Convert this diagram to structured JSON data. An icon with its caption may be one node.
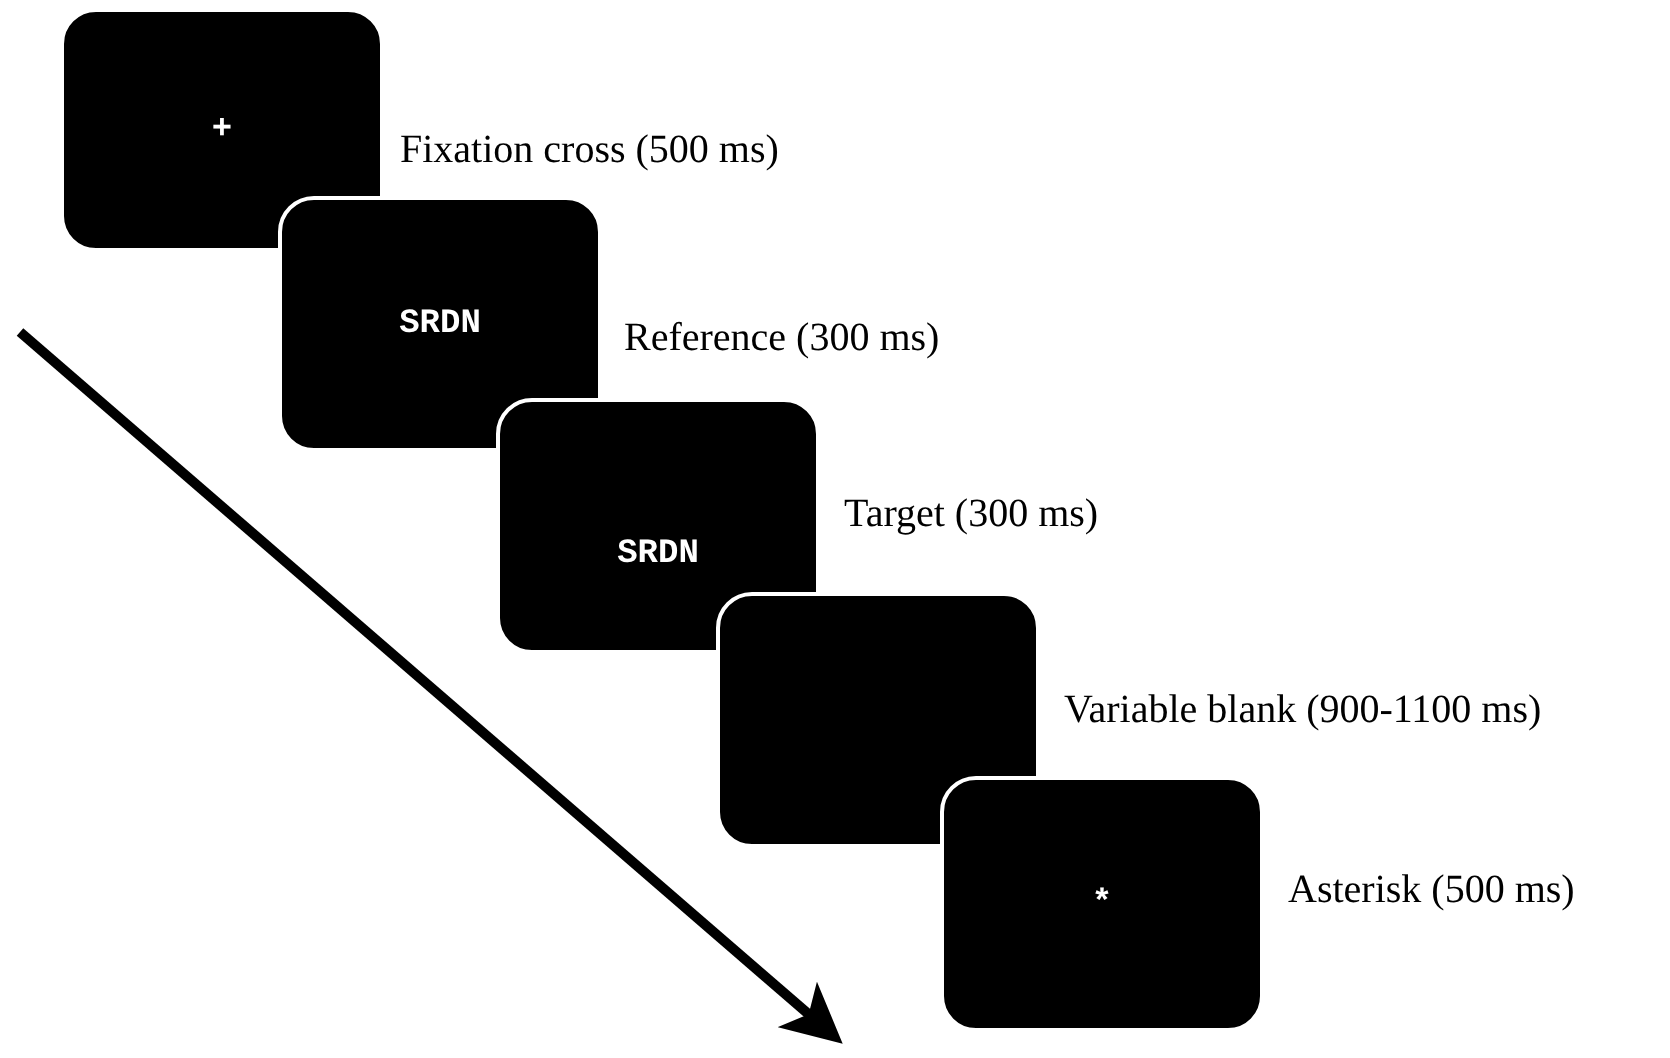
{
  "diagram": {
    "nodes": [
      {
        "text": [
          "+"
        ],
        "beside": [
          "Fixation cross (500 ms)"
        ]
      },
      {
        "text": [
          "SRDN"
        ],
        "beside": [
          "Reference (300 ms)"
        ]
      },
      {
        "text": [
          "SRDN"
        ],
        "beside": [
          "Target (300 ms)"
        ]
      },
      {
        "text": [],
        "shape": "box",
        "beside": [
          "Variable blank (900-1100 ms)"
        ]
      },
      {
        "text": [
          "*"
        ],
        "beside": [
          "Asterisk (500 ms)"
        ]
      }
    ]
  }
}
